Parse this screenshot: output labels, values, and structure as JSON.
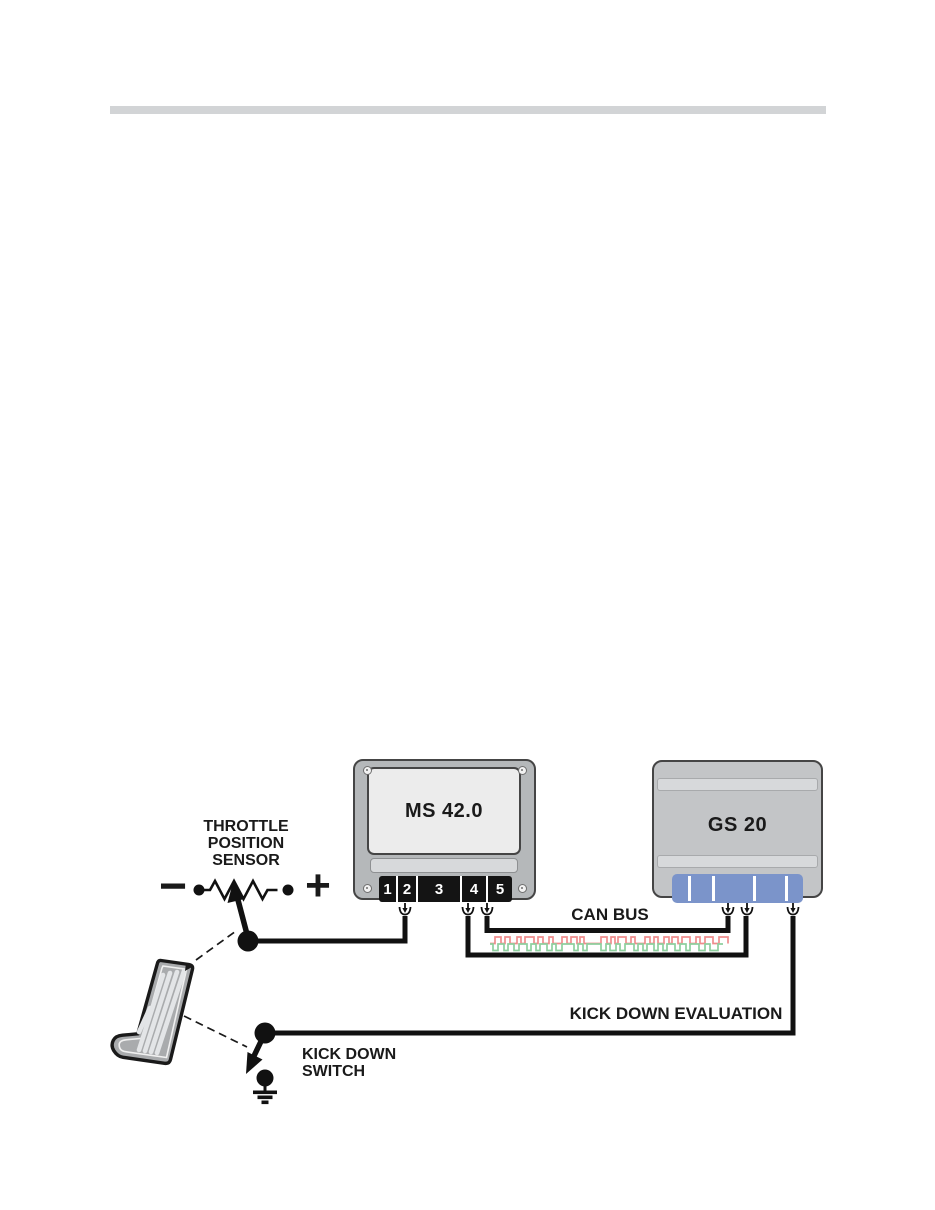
{
  "colors": {
    "divider": "#d2d4d6",
    "module_body": "#b5b8ba",
    "module_panel": "#ececec",
    "strip": "#d7d9db",
    "gs_body": "#c3c5c7",
    "band": "#d7d9db",
    "connector_black": "#141414",
    "connector_blue": "#7b94ca",
    "wire": "#111111",
    "can_high": "#ef8d8d",
    "can_low": "#8ecf9e",
    "pedal_fill": "#a9abad",
    "pedal_stripe": "#e3e5e7"
  },
  "modules": {
    "ms42": {
      "label": "MS 42.0",
      "pins": [
        "1",
        "2",
        "3",
        "4",
        "5"
      ]
    },
    "gs20": {
      "label": "GS 20"
    }
  },
  "labels": {
    "throttle_line1": "THROTTLE",
    "throttle_line2": "POSITION",
    "throttle_line3": "SENSOR",
    "minus": "−",
    "plus": "+",
    "can_bus": "CAN BUS",
    "kick_down_evaluation": "KICK DOWN EVALUATION",
    "kick_down_switch_line1": "KICK DOWN",
    "kick_down_switch_line2": "SWITCH"
  }
}
